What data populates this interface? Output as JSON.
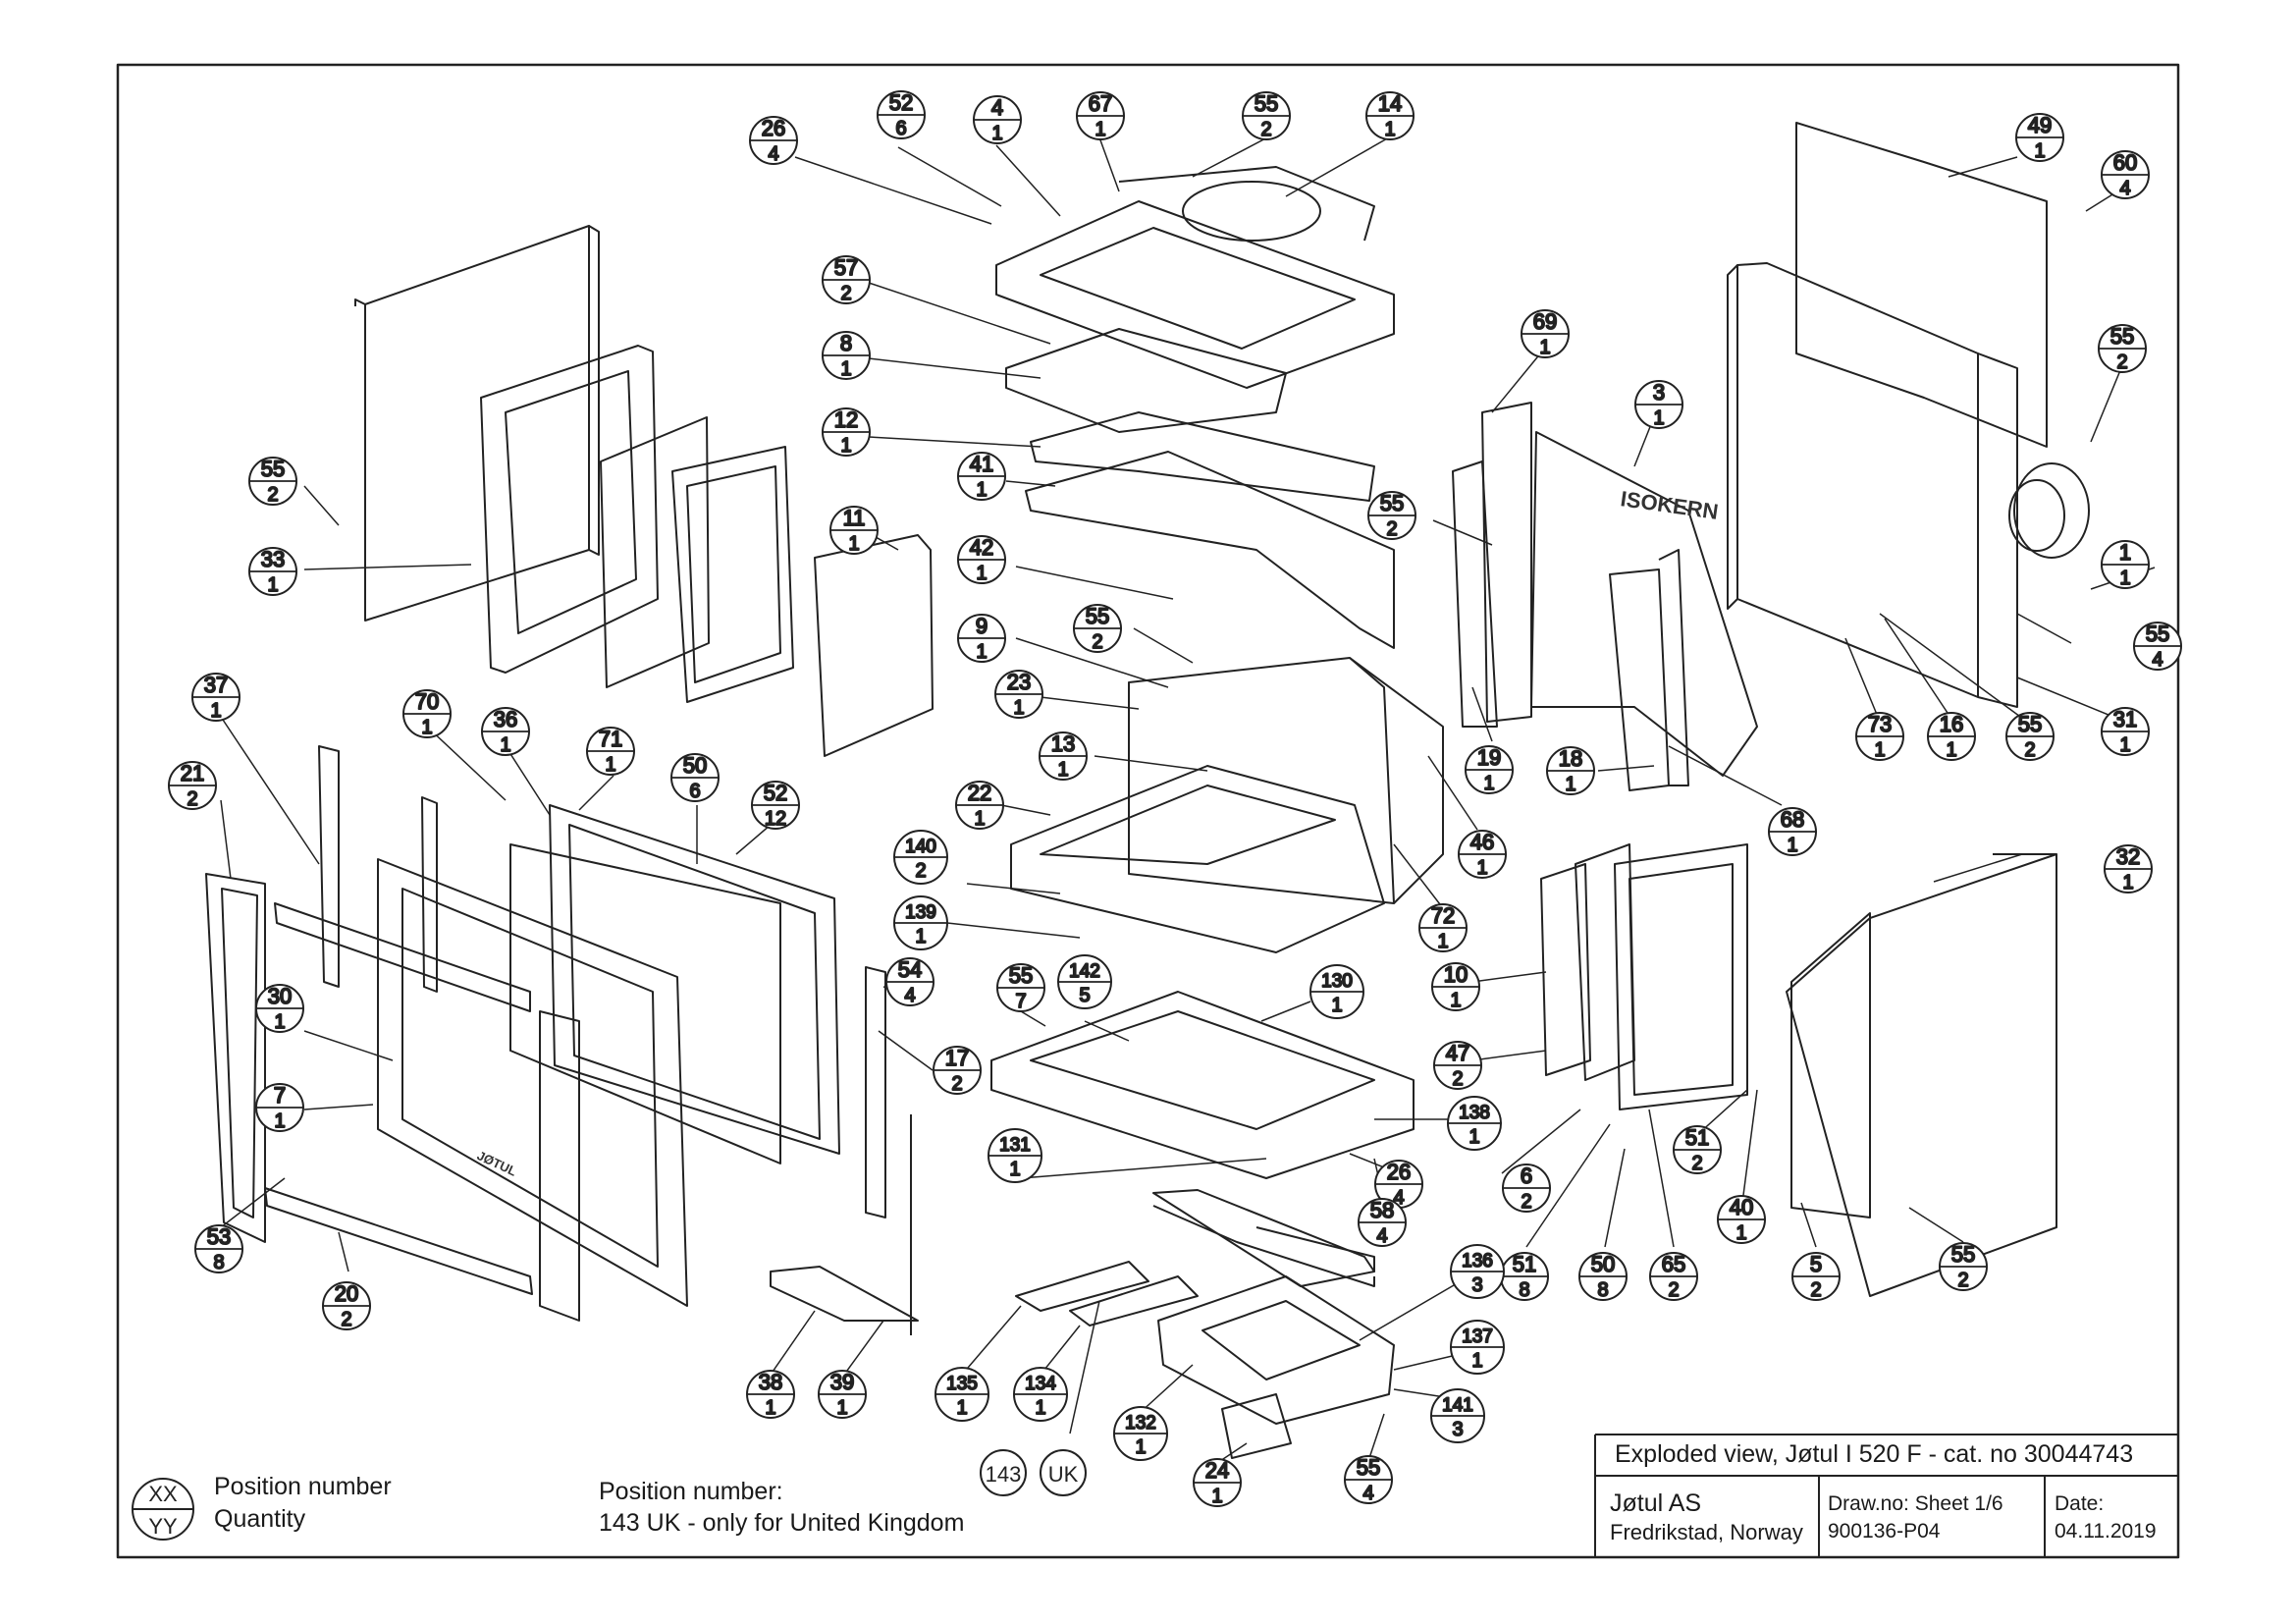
{
  "parts": [
    {
      "pos": "26",
      "qty": "4"
    },
    {
      "pos": "52",
      "qty": "6"
    },
    {
      "pos": "4",
      "qty": "1"
    },
    {
      "pos": "67",
      "qty": "1"
    },
    {
      "pos": "55",
      "qty": "2"
    },
    {
      "pos": "14",
      "qty": "1"
    },
    {
      "pos": "49",
      "qty": "1"
    },
    {
      "pos": "60",
      "qty": "4"
    },
    {
      "pos": "57",
      "qty": "2"
    },
    {
      "pos": "8",
      "qty": "1"
    },
    {
      "pos": "12",
      "qty": "1"
    },
    {
      "pos": "41",
      "qty": "1"
    },
    {
      "pos": "11",
      "qty": "1"
    },
    {
      "pos": "42",
      "qty": "1"
    },
    {
      "pos": "69",
      "qty": "1"
    },
    {
      "pos": "3",
      "qty": "1"
    },
    {
      "pos": "55",
      "qty": "2"
    },
    {
      "pos": "55",
      "qty": "2"
    },
    {
      "pos": "1",
      "qty": "1"
    },
    {
      "pos": "55",
      "qty": "4"
    },
    {
      "pos": "55",
      "qty": "2"
    },
    {
      "pos": "33",
      "qty": "1"
    },
    {
      "pos": "9",
      "qty": "1"
    },
    {
      "pos": "55",
      "qty": "2"
    },
    {
      "pos": "23",
      "qty": "1"
    },
    {
      "pos": "13",
      "qty": "1"
    },
    {
      "pos": "22",
      "qty": "1"
    },
    {
      "pos": "140",
      "qty": "2"
    },
    {
      "pos": "139",
      "qty": "1"
    },
    {
      "pos": "19",
      "qty": "1"
    },
    {
      "pos": "18",
      "qty": "1"
    },
    {
      "pos": "68",
      "qty": "1"
    },
    {
      "pos": "46",
      "qty": "1"
    },
    {
      "pos": "72",
      "qty": "1"
    },
    {
      "pos": "73",
      "qty": "1"
    },
    {
      "pos": "16",
      "qty": "1"
    },
    {
      "pos": "55",
      "qty": "2"
    },
    {
      "pos": "31",
      "qty": "1"
    },
    {
      "pos": "37",
      "qty": "1"
    },
    {
      "pos": "21",
      "qty": "2"
    },
    {
      "pos": "70",
      "qty": "1"
    },
    {
      "pos": "36",
      "qty": "1"
    },
    {
      "pos": "71",
      "qty": "1"
    },
    {
      "pos": "50",
      "qty": "6"
    },
    {
      "pos": "52",
      "qty": "12"
    },
    {
      "pos": "30",
      "qty": "1"
    },
    {
      "pos": "7",
      "qty": "1"
    },
    {
      "pos": "54",
      "qty": "4"
    },
    {
      "pos": "17",
      "qty": "2"
    },
    {
      "pos": "55",
      "qty": "7"
    },
    {
      "pos": "142",
      "qty": "5"
    },
    {
      "pos": "130",
      "qty": "1"
    },
    {
      "pos": "10",
      "qty": "1"
    },
    {
      "pos": "47",
      "qty": "2"
    },
    {
      "pos": "32",
      "qty": "1"
    },
    {
      "pos": "138",
      "qty": "1"
    },
    {
      "pos": "131",
      "qty": "1"
    },
    {
      "pos": "26",
      "qty": "4"
    },
    {
      "pos": "58",
      "qty": "4"
    },
    {
      "pos": "6",
      "qty": "2"
    },
    {
      "pos": "51",
      "qty": "2"
    },
    {
      "pos": "40",
      "qty": "1"
    },
    {
      "pos": "53",
      "qty": "8"
    },
    {
      "pos": "20",
      "qty": "2"
    },
    {
      "pos": "51",
      "qty": "8"
    },
    {
      "pos": "50",
      "qty": "8"
    },
    {
      "pos": "65",
      "qty": "2"
    },
    {
      "pos": "5",
      "qty": "2"
    },
    {
      "pos": "55",
      "qty": "2"
    },
    {
      "pos": "136",
      "qty": "3"
    },
    {
      "pos": "137",
      "qty": "1"
    },
    {
      "pos": "141",
      "qty": "3"
    },
    {
      "pos": "38",
      "qty": "1"
    },
    {
      "pos": "39",
      "qty": "1"
    },
    {
      "pos": "135",
      "qty": "1"
    },
    {
      "pos": "134",
      "qty": "1"
    },
    {
      "pos": "132",
      "qty": "1"
    },
    {
      "pos": "24",
      "qty": "1"
    },
    {
      "pos": "55",
      "qty": "4"
    }
  ],
  "uk_tag": {
    "pos": "143",
    "marker": "UK"
  },
  "brand_marks": [
    "ISOKERN",
    "JØTUL"
  ],
  "legend": {
    "xx": "XX",
    "yy": "YY",
    "position_label": "Position number",
    "quantity_label": "Quantity"
  },
  "note": {
    "line1": "Position number:",
    "line2": "143 UK - only for United Kingdom"
  },
  "title_block": {
    "title": "Exploded view, Jøtul I 520 F - cat. no 30044743",
    "company": "Jøtul AS",
    "location": "Fredrikstad, Norway",
    "draw_label": "Draw.no: Sheet 1/6",
    "draw_no": "900136-P04",
    "date_label": "Date:",
    "date": "04.11.2019"
  }
}
